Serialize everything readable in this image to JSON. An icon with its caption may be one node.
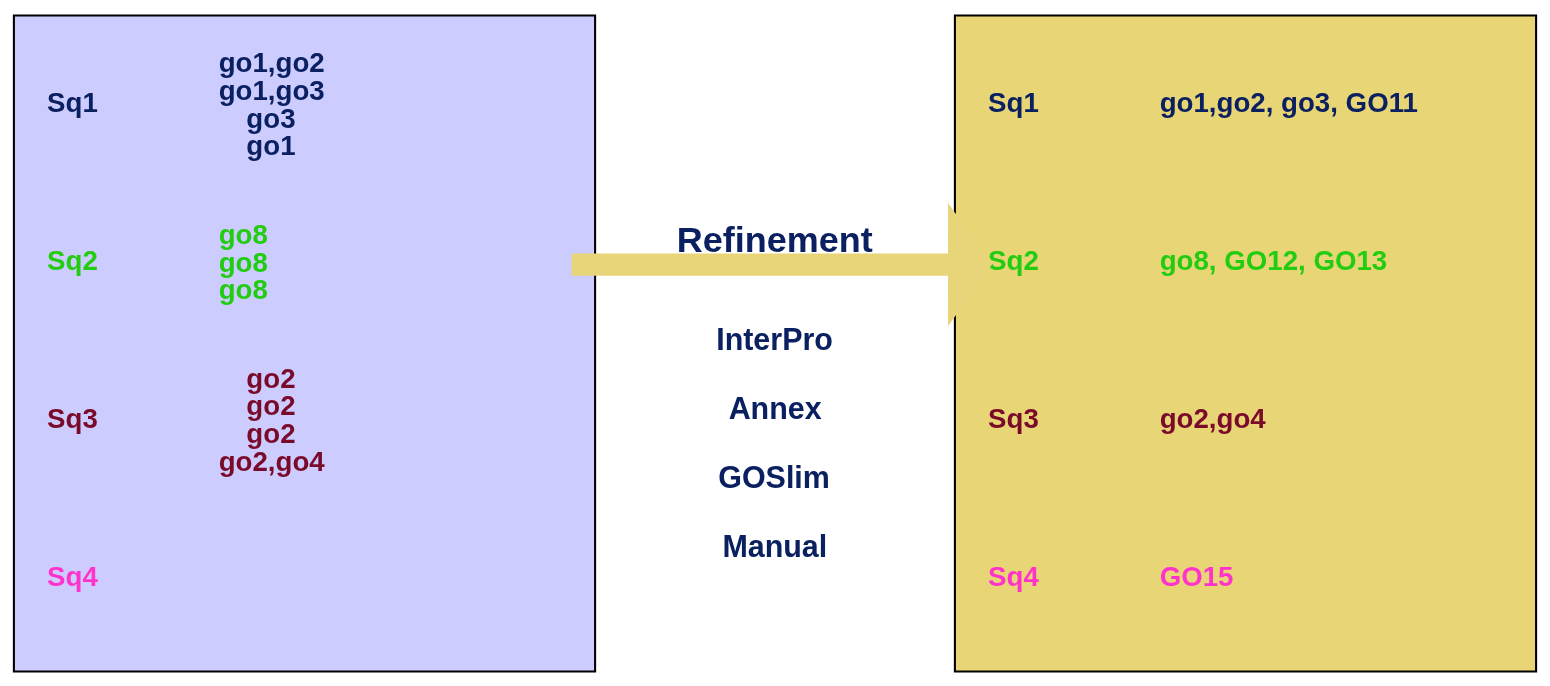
{
  "diagram": {
    "nodes": [
      {
        "text": [
          "Sq1",
          "go1,go2",
          "go1,go3",
          "go3",
          "go1",
          "Sq2",
          "go8",
          "go8",
          "go8",
          "Sq3",
          "go2",
          "go2",
          "go2",
          "go2,go4",
          "Sq4"
        ]
      },
      {
        "text": [
          "Sq1",
          "go1,go2, go3, GO11",
          "Sq2",
          "go8, GO12, GO13",
          "Sq3",
          "go2,go4",
          "Sq4",
          "GO15"
        ]
      }
    ],
    "edges": [
      {
        "from": 0,
        "to": 1,
        "arrow": "to",
        "label": "Refinement"
      }
    ],
    "labels": [
      "InterPro",
      "Annex",
      "GOSlim",
      "Manual"
    ]
  }
}
